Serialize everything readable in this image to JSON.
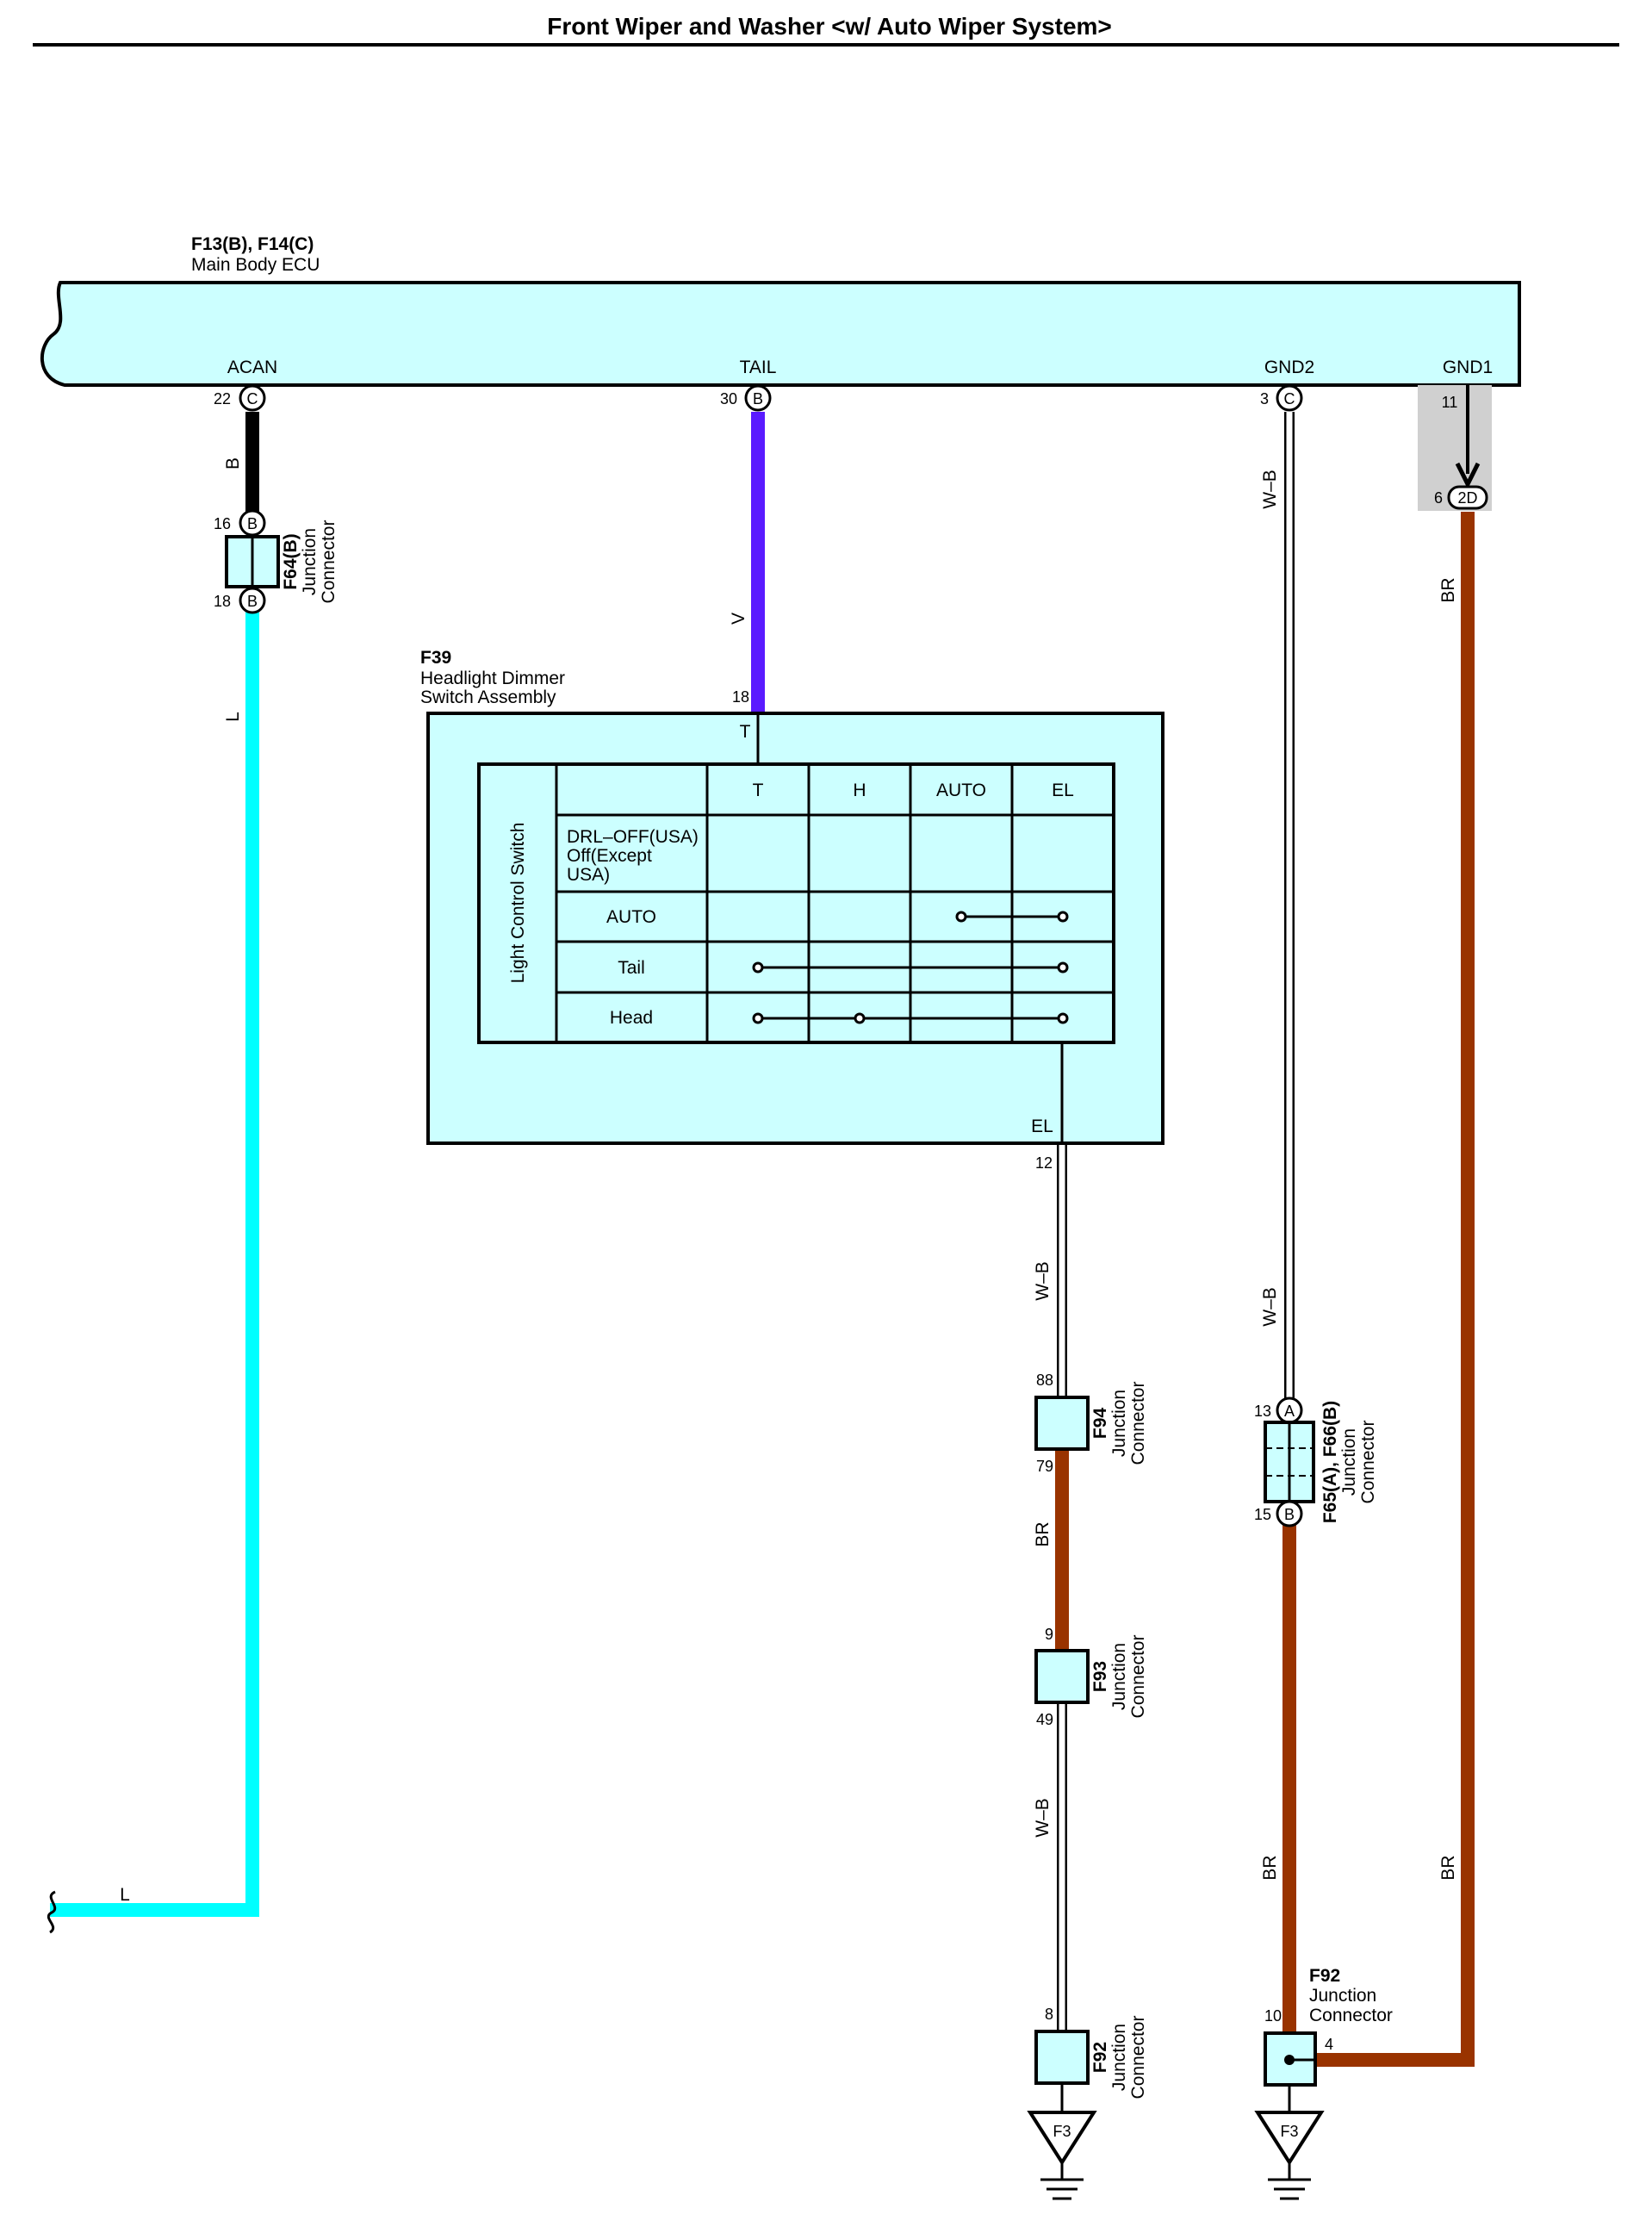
{
  "title": "Front Wiper and Washer <w/ Auto Wiper System>",
  "colors": {
    "L": "#00ffff",
    "B": "#000000",
    "V": "#5a1bff",
    "BR": "#993300",
    "WB": "#ffffff",
    "component_fill": "#ccffff",
    "shade": "#d0d0d0"
  },
  "ecu": {
    "ref": "F13(B), F14(C)",
    "name": "Main Body ECU",
    "terminals": {
      "acan": {
        "name": "ACAN",
        "pin": "22",
        "conn": "C"
      },
      "tail": {
        "name": "TAIL",
        "pin": "30",
        "conn": "B"
      },
      "gnd2": {
        "name": "GND2",
        "pin": "3",
        "conn": "C"
      },
      "gnd1": {
        "name": "GND1",
        "pin": "11"
      }
    },
    "gnd1_dest": {
      "pin": "6",
      "conn": "2D"
    }
  },
  "f64": {
    "ref": "F64(B)",
    "line1": "Junction",
    "line2": "Connector",
    "pin_top": "16",
    "pin_bottom": "18",
    "conn": "B"
  },
  "f39": {
    "ref": "F39",
    "name1": "Headlight Dimmer",
    "name2": "Switch Assembly",
    "pin_in": "18",
    "term_in": "T",
    "pin_out": "12",
    "term_out": "EL",
    "switch_name": "Light Control Switch",
    "columns": [
      "T",
      "H",
      "AUTO",
      "EL"
    ],
    "rows": [
      {
        "label_lines": [
          "DRL–OFF(USA)",
          "Off(Except",
          "USA)"
        ]
      },
      {
        "label_lines": [
          "AUTO"
        ]
      },
      {
        "label_lines": [
          "Tail"
        ]
      },
      {
        "label_lines": [
          "Head"
        ]
      }
    ]
  },
  "f94": {
    "ref": "F94",
    "line1": "Junction",
    "line2": "Connector",
    "pin_top": "88",
    "pin_bottom": "79"
  },
  "f93": {
    "ref": "F93",
    "line1": "Junction",
    "line2": "Connector",
    "pin_top": "9",
    "pin_bottom": "49"
  },
  "f92_left": {
    "ref": "F92",
    "line1": "Junction",
    "line2": "Connector",
    "pin_top": "8"
  },
  "f65": {
    "ref": "F65(A), F66(B)",
    "line1": "Junction",
    "line2": "Connector",
    "pin_top": "13",
    "conn_top": "A",
    "pin_bottom": "15",
    "conn_bottom": "B"
  },
  "f92_right": {
    "ref": "F92",
    "line1": "Junction",
    "line2": "Connector",
    "pin_left": "10",
    "pin_right": "4"
  },
  "ground": {
    "left": "F3",
    "right": "F3"
  },
  "wire_labels": {
    "b": "B",
    "v": "V",
    "l_vert": "L",
    "l_horiz": "L",
    "wb_gnd2": "W–B",
    "br_gnd1_top": "BR",
    "wb_el": "W–B",
    "wb_f65": "W–B",
    "br_f94": "BR",
    "wb_f93": "W–B",
    "br_f65": "BR",
    "br_gnd1_bottom": "BR"
  }
}
